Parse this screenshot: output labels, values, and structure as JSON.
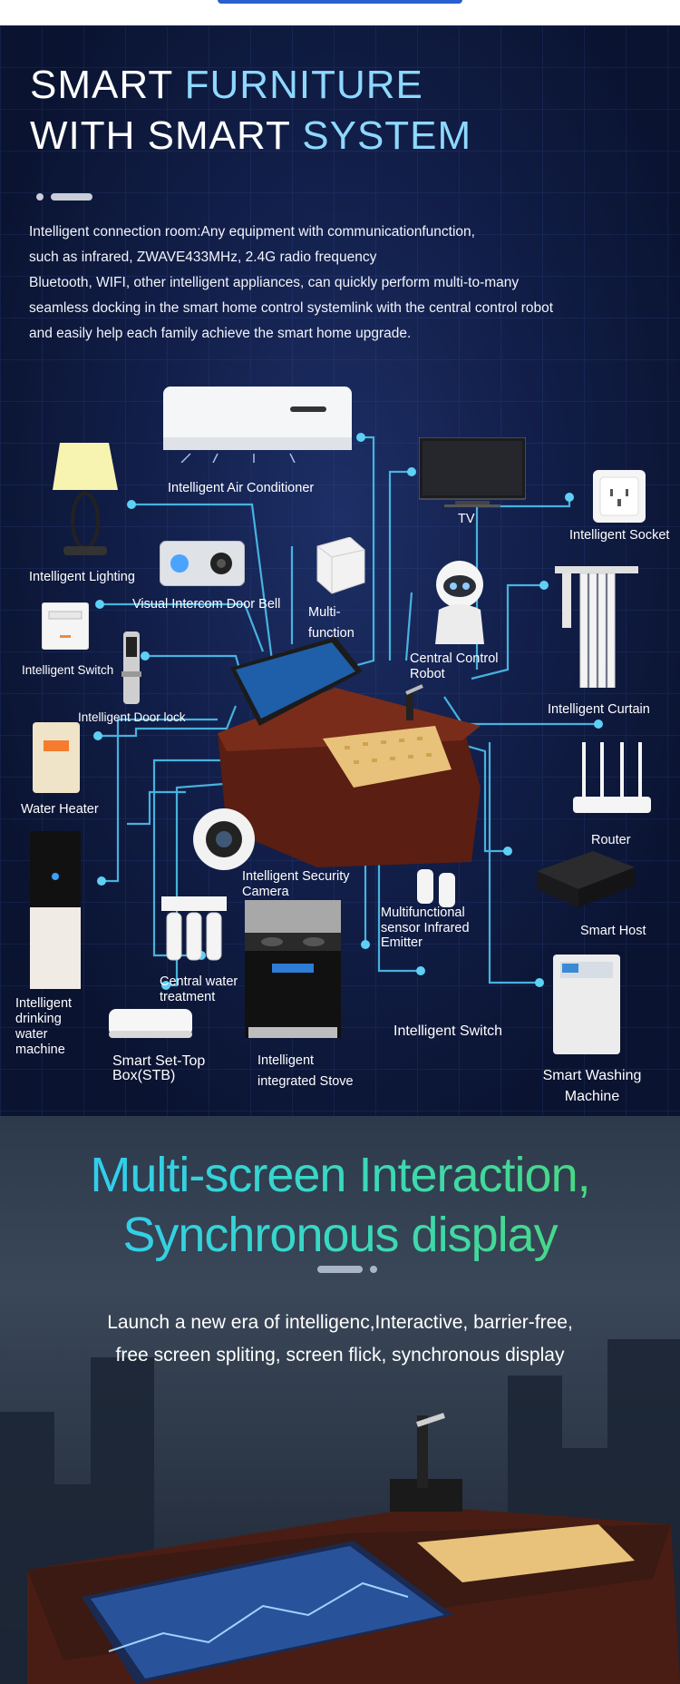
{
  "section1": {
    "title_line1_white": "SMART ",
    "title_line1_blue": "FURNITURE",
    "title_line2_white": "WITH SMART ",
    "title_line2_blue": "SYSTEM",
    "description": [
      "Intelligent connection room:Any equipment with communicationfunction,",
      "such as infrared, ZWAVE433MHz, 2.4G radio frequency",
      "Bluetooth, WIFI, other intelligent appliances, can quickly perform multi-to-many",
      "seamless docking in the smart home control systemlink with the central control robot",
      "and easily help each family achieve the smart home upgrade."
    ],
    "labels": {
      "air_conditioner": "Intelligent Air Conditioner",
      "tv": "TV",
      "socket": "Intelligent Socket",
      "lighting": "Intelligent Lighting",
      "door_bell": "Visual Intercom Door Bell",
      "multi_function": "Multi-function",
      "central_robot": "Central Control Robot",
      "switch_left": "Intelligent Switch",
      "curtain": "Intelligent Curtain",
      "door_lock": "Intelligent Door lock",
      "water_heater": "Water Heater",
      "router": "Router",
      "security_camera": "Intelligent Security Camera",
      "sensor": "Multifunctional sensor Infrared Emitter",
      "smart_host": "Smart Host",
      "water_treatment": "Central water treatment",
      "drinking_machine": "Intelligent drinking water machine",
      "switch_bottom": "Intelligent Switch",
      "stb": "Smart Set-Top Box(STB)",
      "stove": "Intelligent integrated Stove",
      "washing_machine": "Smart Washing Machine"
    }
  },
  "section2": {
    "title_line1": "Multi-screen Interaction,",
    "title_line2": "Synchronous display",
    "description": [
      "Launch a new era of intelligenc,Interactive, barrier-free,",
      "free screen spliting, screen flick, synchronous display"
    ]
  },
  "colors": {
    "background": "#121f4a",
    "wire": "#4ec2ee",
    "title_blue": "#8ed8ff",
    "gradient_start": "#2fc8ff",
    "gradient_end": "#4fd86a"
  }
}
